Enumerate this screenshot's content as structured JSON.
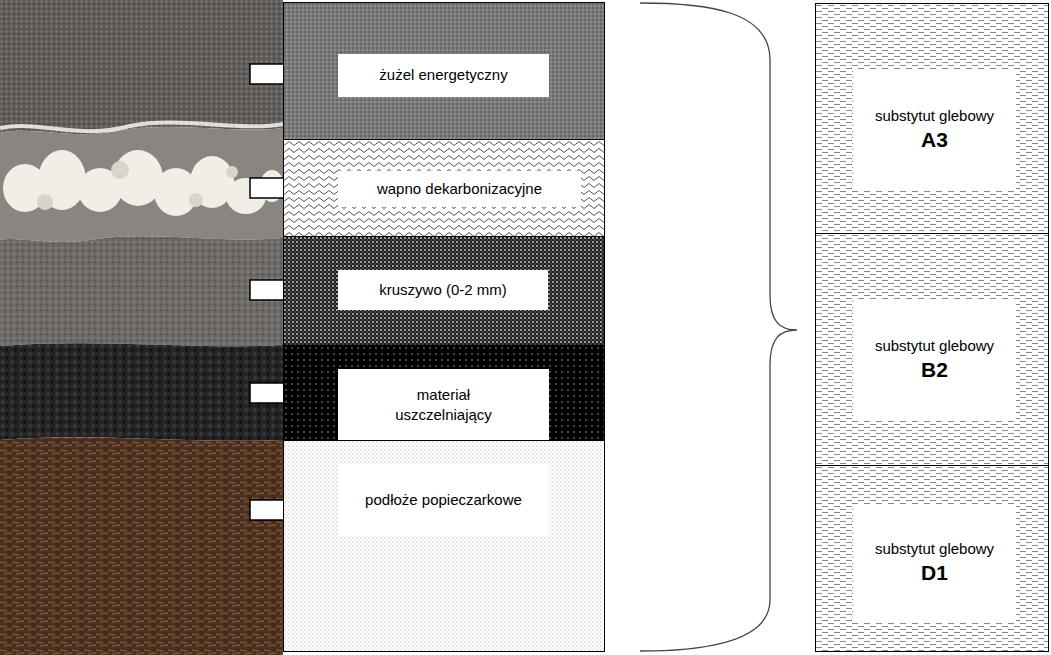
{
  "diagram": {
    "nodes": [
      {
        "text": [
          "żużel energetyczny"
        ]
      },
      {
        "text": [
          "wapno dekarbonizacyjne"
        ]
      },
      {
        "text": [
          "kruszywo (0-2 mm)"
        ]
      },
      {
        "text": [
          "materiał uszczelniający"
        ]
      },
      {
        "text": [
          "podłoże popieczarkowe"
        ]
      },
      {
        "text": [
          "substytut glebowy",
          "A3"
        ]
      },
      {
        "text": [
          "substytut glebowy",
          "B2"
        ]
      },
      {
        "text": [
          "substytut glebowy",
          "D1"
        ]
      }
    ]
  }
}
